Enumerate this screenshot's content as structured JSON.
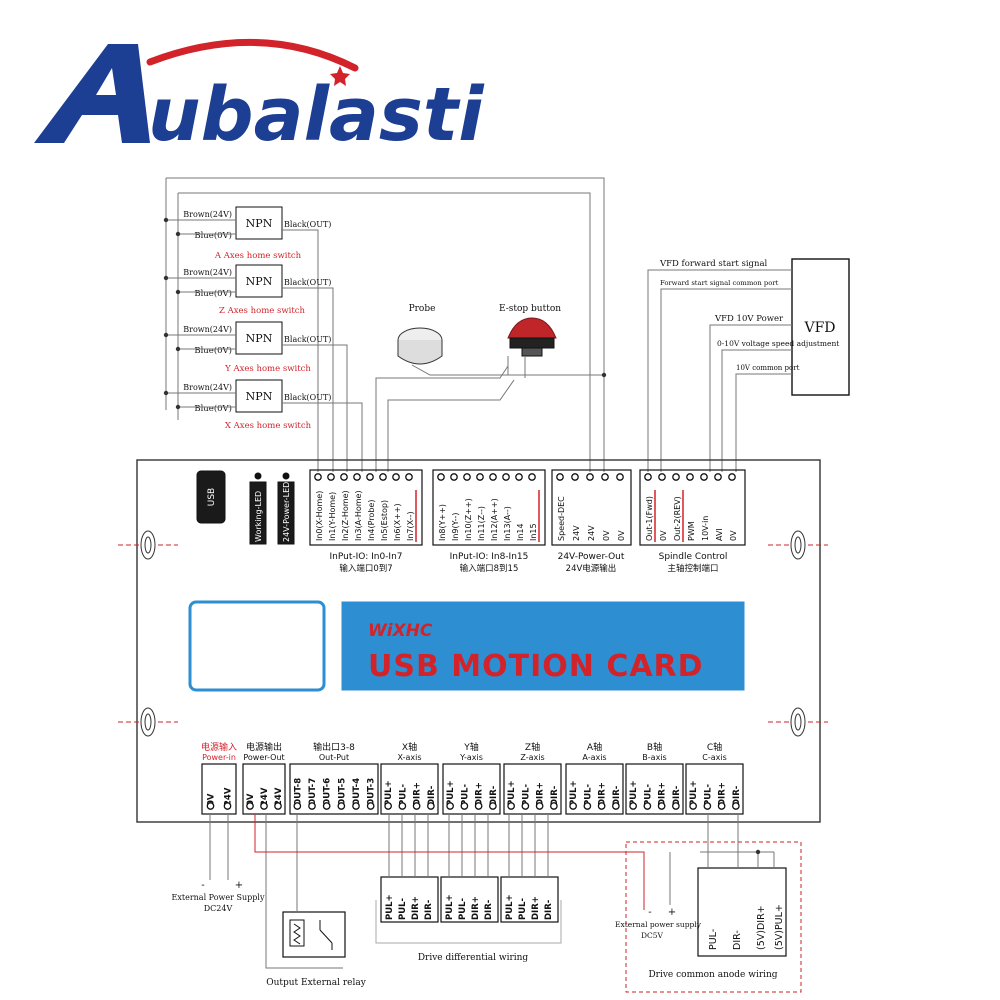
{
  "brand": {
    "name": "ubalasti",
    "initial": "A",
    "colors": {
      "blue": "#1c3f93",
      "red": "#d2232a"
    }
  },
  "switches": [
    {
      "brown": "Brown(24V)",
      "blue": "Blue(0V)",
      "type": "NPN",
      "black": "Black(OUT)",
      "caption": "A Axes home switch"
    },
    {
      "brown": "Brown(24V)",
      "blue": "Blue(0V)",
      "type": "NPN",
      "black": "Black(OUT)",
      "caption": "Z Axes home switch"
    },
    {
      "brown": "Brown(24V)",
      "blue": "Blue(0V)",
      "type": "NPN",
      "black": "Black(OUT)",
      "caption": "Y Axes home switch"
    },
    {
      "brown": "Brown(24V)",
      "blue": "Blue(0V)",
      "type": "NPN",
      "black": "Black(OUT)",
      "caption": "X Axes home switch"
    }
  ],
  "probe": {
    "label": "Probe"
  },
  "estop": {
    "label": "E-stop button"
  },
  "vfd": {
    "label": "VFD",
    "lines": [
      "VFD forward start signal",
      "Forward start signal common port",
      "VFD 10V Power",
      "0-10V voltage speed adjustment",
      "10V common port"
    ]
  },
  "board": {
    "usb": "USB",
    "leds": [
      "Working-LED",
      "24V-Power-LED"
    ],
    "input1": {
      "pins": [
        "In0(X-Home)",
        "In1(Y-Home)",
        "In2(Z-Home)",
        "In3(A-Home)",
        "In4(Probe)",
        "In5(Estop)",
        "In6(X++)",
        "In7(X--)"
      ],
      "title": "InPut-IO: In0-In7",
      "cn": "输入端口0到7"
    },
    "input2": {
      "pins": [
        "In8(Y++)",
        "In9(Y--)",
        "In10(Z++)",
        "In11(Z--)",
        "In12(A++)",
        "In13(A--)",
        "In14",
        "In15"
      ],
      "title": "InPut-IO: In8-In15",
      "cn": "输入端口8到15"
    },
    "power_out": {
      "pins": [
        "Speed-DEC",
        "24V",
        "24V",
        "0V",
        "0V"
      ],
      "title": "24V-Power-Out",
      "cn": "24V电源输出"
    },
    "spindle": {
      "pins": [
        "Out-1(Fwd)",
        "0V",
        "Out-2(REV)",
        "PWM",
        "10V-in",
        "AVI",
        "0V"
      ],
      "title": "Spindle Control",
      "cn": "主轴控制端口"
    },
    "banner_logo": "WiXHC",
    "banner_text": "USB MOTION CARD",
    "bottom": [
      {
        "cn": "电源输入",
        "en": "Power-in",
        "pins": [
          "0V",
          "24V"
        ]
      },
      {
        "cn": "电源输出",
        "en": "Power-Out",
        "pins": [
          "0V",
          "24V",
          "24V"
        ]
      },
      {
        "cn": "输出口3-8",
        "en": "Out-Put",
        "pins": [
          "OUT-8",
          "OUT-7",
          "OUT-6",
          "OUT-5",
          "OUT-4",
          "OUT-3"
        ]
      },
      {
        "cn": "X轴",
        "en": "X-axis",
        "pins": [
          "PUL+",
          "PUL-",
          "DIR+",
          "DIR-"
        ]
      },
      {
        "cn": "Y轴",
        "en": "Y-axis",
        "pins": [
          "PUL+",
          "PUL-",
          "DIR+",
          "DIR-"
        ]
      },
      {
        "cn": "Z轴",
        "en": "Z-axis",
        "pins": [
          "PUL+",
          "PUL-",
          "DIR+",
          "DIR-"
        ]
      },
      {
        "cn": "A轴",
        "en": "A-axis",
        "pins": [
          "PUL+",
          "PUL-",
          "DIR+",
          "DIR-"
        ]
      },
      {
        "cn": "B轴",
        "en": "B-axis",
        "pins": [
          "PUL+",
          "PUL-",
          "DIR+",
          "DIR-"
        ]
      },
      {
        "cn": "C轴",
        "en": "C-axis",
        "pins": [
          "PUL+",
          "PUL-",
          "DIR+",
          "DIR-"
        ]
      }
    ]
  },
  "external_power": {
    "minus": "-",
    "plus": "+",
    "label1": "External Power Supply",
    "label2": "DC24V"
  },
  "relay": {
    "label": "Output External relay"
  },
  "diff_drivers": {
    "pins": [
      "PUL+",
      "PUL-",
      "DIR+",
      "DIR-"
    ],
    "label": "Drive differential wiring"
  },
  "anode": {
    "minus": "-",
    "plus": "+",
    "ext_label1": "External power supply",
    "ext_label2": "DC5V",
    "pins": [
      "PUL-",
      "DIR-",
      "(5V)DIR+",
      "(5V)PUL+"
    ],
    "label": "Drive common anode wiring"
  }
}
